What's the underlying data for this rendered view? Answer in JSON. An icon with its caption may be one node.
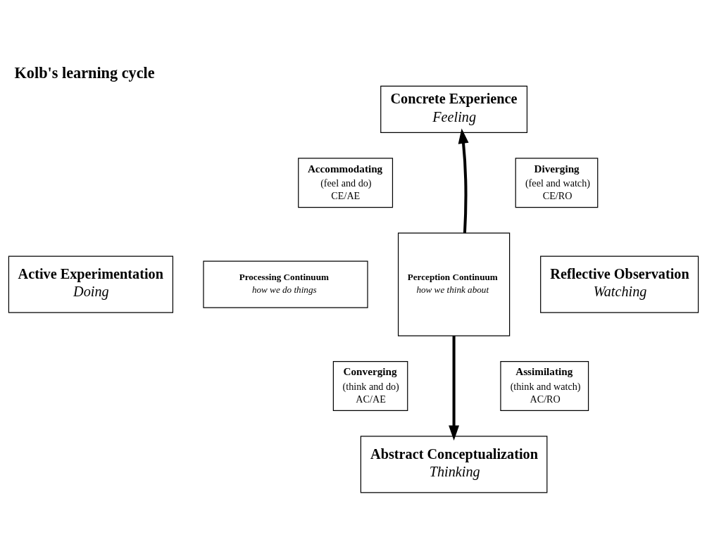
{
  "diagram": {
    "title": "Kolb's learning cycle",
    "nodes": [
      {
        "text": [
          "Concrete Experience",
          "Feeling"
        ]
      },
      {
        "text": [
          "Accommodating",
          "(feel and do)",
          "CE/AE"
        ]
      },
      {
        "text": [
          "Diverging",
          "(feel and watch)",
          "CE/RO"
        ]
      },
      {
        "text": [
          "Active Experimentation",
          "Doing"
        ]
      },
      {
        "text": [
          "Processing Continuum",
          "how we do things"
        ]
      },
      {
        "text": [
          "Perception Continuum",
          "how we think about"
        ]
      },
      {
        "text": [
          "Reflective Observation",
          "Watching"
        ]
      },
      {
        "text": [
          "Converging",
          "(think and do)",
          "AC/AE"
        ]
      },
      {
        "text": [
          "Assimilating",
          "(think and watch)",
          "AC/RO"
        ]
      },
      {
        "text": [
          "Abstract Conceptualization",
          "Thinking"
        ]
      }
    ],
    "edges": [
      {
        "from": 5,
        "to": 0,
        "arrow": "to"
      },
      {
        "from": 5,
        "to": 9,
        "arrow": "to"
      }
    ]
  }
}
